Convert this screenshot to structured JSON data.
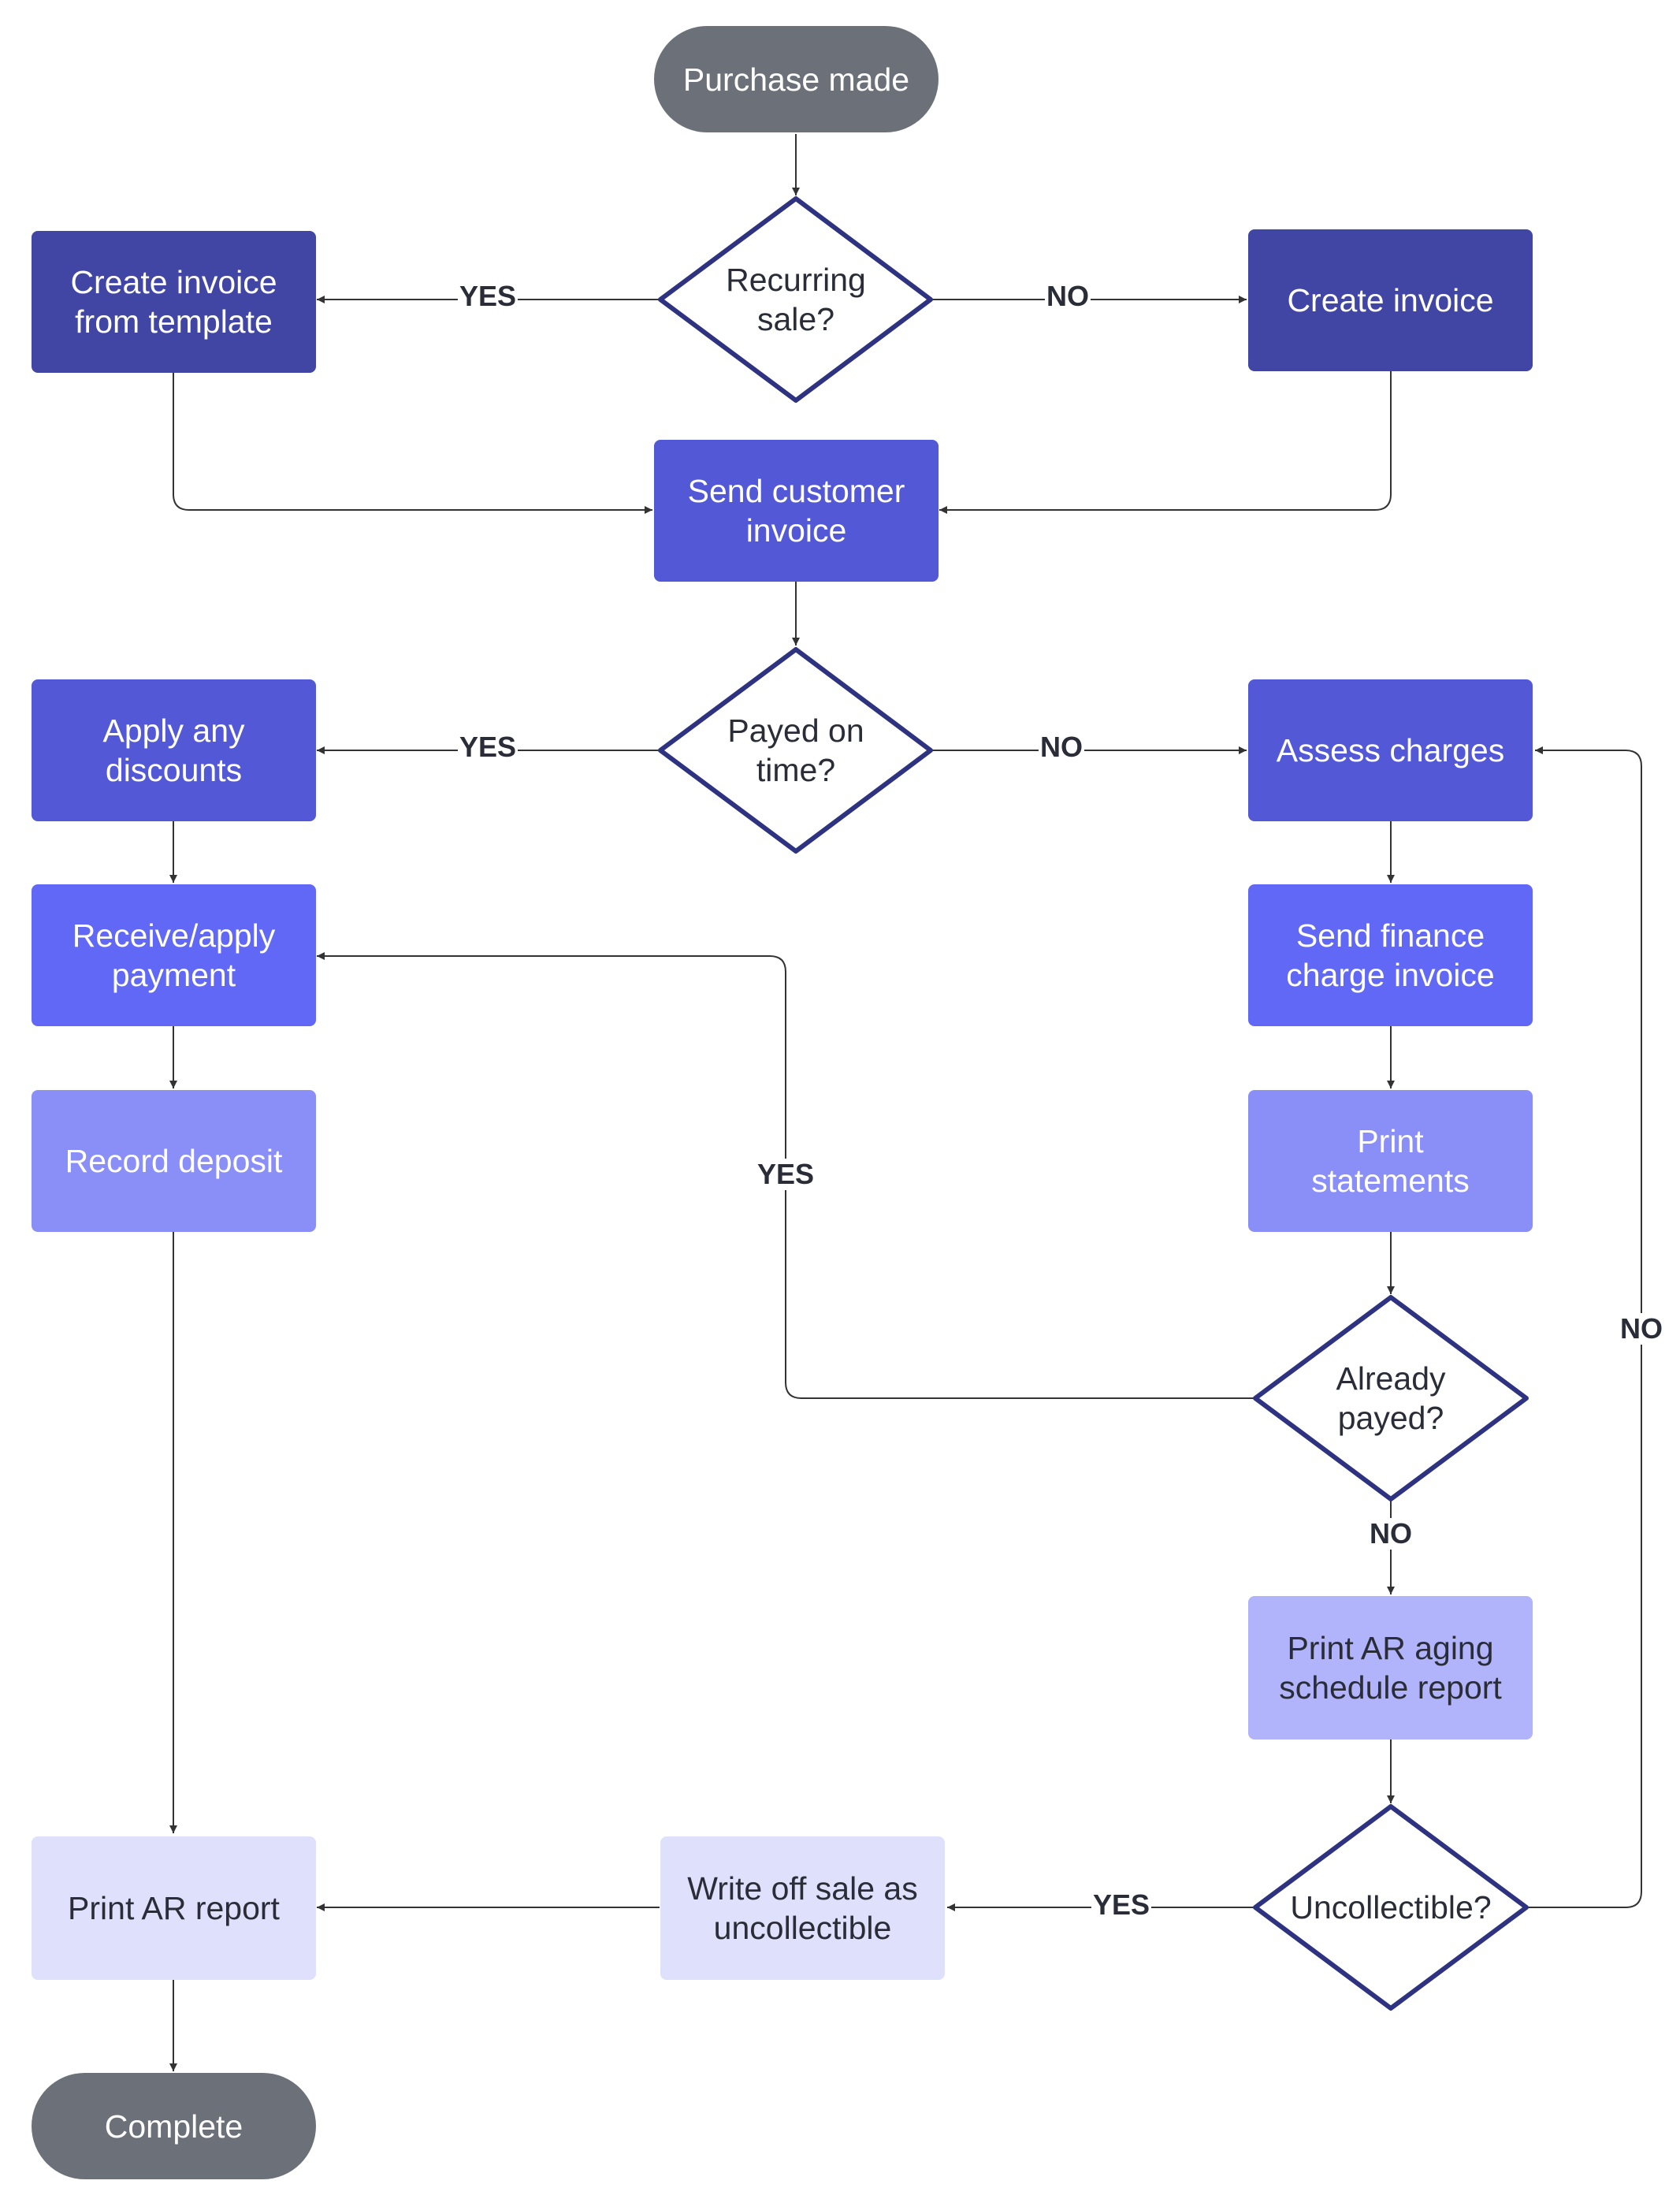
{
  "colors": {
    "terminal": "#6c7179",
    "indigo_dark": "#4146a5",
    "indigo": "#5359d6",
    "indigo_bright": "#6068f5",
    "indigo_light": "#8a8ff8",
    "lavender": "#b1b4fa",
    "lavender_pale": "#dfe0fc",
    "decision_border": "#2d3380",
    "connector": "#333333"
  },
  "nodes": {
    "purchase_made": "Purchase made",
    "create_invoice_from_template": "Create invoice\nfrom template",
    "recurring_sale": "Recurring\nsale?",
    "create_invoice": "Create invoice",
    "send_customer_invoice": "Send customer\ninvoice",
    "apply_any_discounts": "Apply any\ndiscounts",
    "payed_on_time": "Payed on\ntime?",
    "assess_charges": "Assess charges",
    "receive_apply_payment": "Receive/apply\npayment",
    "send_finance_charge_invoice": "Send finance\ncharge invoice",
    "record_deposit": "Record deposit",
    "print_statements": "Print\nstatements",
    "already_payed": "Already\npayed?",
    "print_ar_aging": "Print AR aging\nschedule report",
    "print_ar_report": "Print AR report",
    "write_off_sale": "Write off sale as\nuncollectible",
    "uncollectible": "Uncollectible?",
    "complete": "Complete"
  },
  "edge_labels": {
    "recurring_yes": "YES",
    "recurring_no": "NO",
    "payed_yes": "YES",
    "payed_no": "NO",
    "already_yes": "YES",
    "already_no": "NO",
    "uncollectible_yes": "YES",
    "uncollectible_no": "NO"
  }
}
